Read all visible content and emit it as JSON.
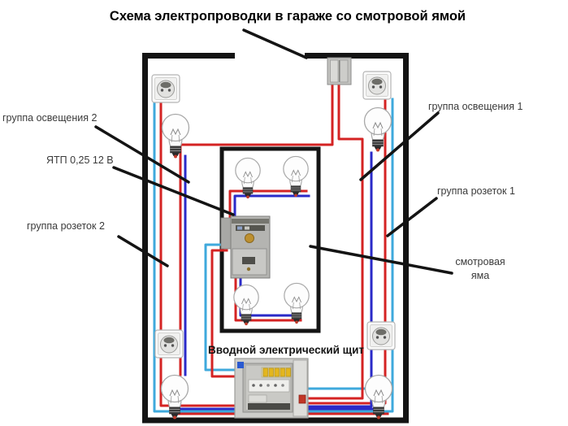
{
  "title": "Схема электропроводки в гараже со смотровой ямой",
  "labels": {
    "lighting_group_2": "группа освещения 2",
    "transformer": "ЯТП 0,25 12 В",
    "socket_group_2": "группа розеток 2",
    "lighting_group_1": "группа освещения 1",
    "socket_group_1": "группа розеток 1",
    "inspection_pit_line1": "смотровая",
    "inspection_pit_line2": "яма",
    "main_panel": "Вводной электрический щит"
  },
  "colors": {
    "phase_wire_red": "#d42323",
    "neutral_wire_blue": "#2a2ac8",
    "low_voltage_wire_cyan": "#3fa9dc",
    "wall_black": "#141414"
  },
  "icons": [
    {
      "name": "light-bulb-icon",
      "count": 8
    },
    {
      "name": "wall-socket-icon",
      "count": 4
    },
    {
      "name": "light-switch-icon",
      "count": 1
    },
    {
      "name": "step-down-transformer-icon",
      "count": 1
    },
    {
      "name": "distribution-panel-icon",
      "count": 1
    }
  ]
}
